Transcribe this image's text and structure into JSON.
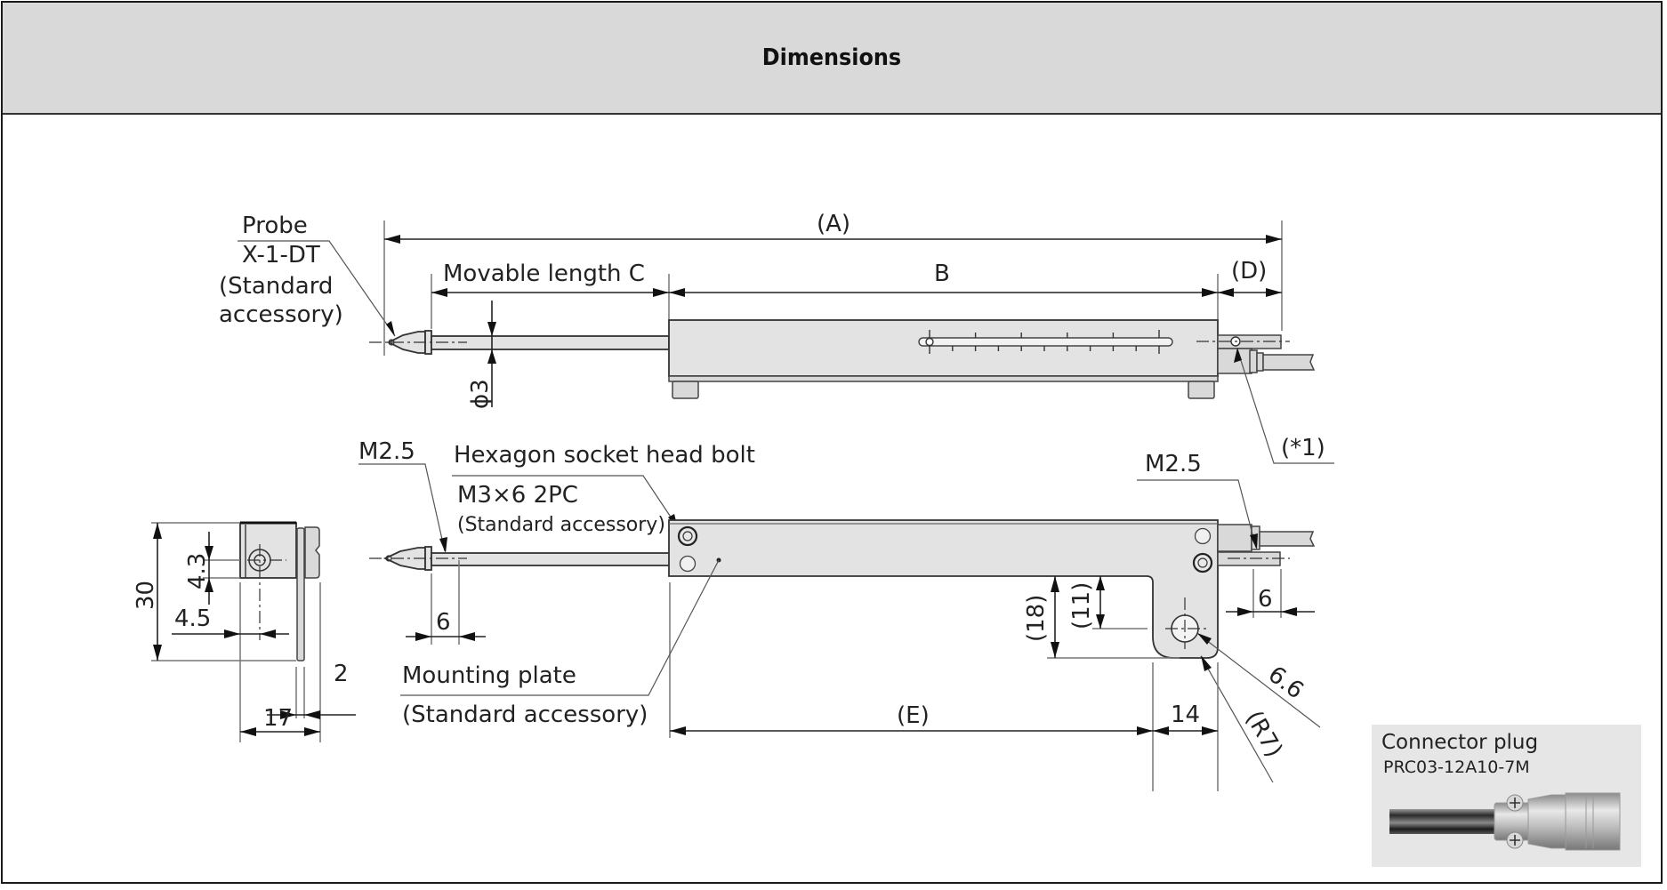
{
  "header": {
    "title": "Dimensions"
  },
  "top_view": {
    "probe_label": [
      "Probe",
      "X-1-DT",
      "(Standard",
      "accessory)"
    ],
    "dim_overall": "(A)",
    "dim_movable": "Movable length C",
    "dim_body": "B",
    "dim_end": "(D)",
    "dim_rod_diameter": "ϕ3",
    "note_ref": "(*1)"
  },
  "front_view": {
    "probe_thread": "M2.5",
    "bolt_label": "Hexagon socket head bolt",
    "bolt_spec": "M3×6   2PC",
    "bolt_note": "(Standard accessory)",
    "mounting_plate_label": "Mounting plate",
    "mounting_plate_note": "(Standard accessory)",
    "dim_thread_length": "6",
    "dim_plate_length": "(E)",
    "dim_tab_width": "14",
    "dim_tab_height": "(18)",
    "dim_hole_offset": "(11)",
    "dim_hole_diameter": "6.6",
    "dim_radius": "(R7)",
    "cable_thread": "M2.5",
    "dim_cable_end": "6"
  },
  "side_view": {
    "dim_height": "30",
    "dim_hole_height": "4.3",
    "dim_hole_offset": "4.5",
    "dim_width": "17",
    "dim_plate_thickness": "2"
  },
  "connector": {
    "title": "Connector plug",
    "part_number": "PRC03-12A10-7M"
  }
}
